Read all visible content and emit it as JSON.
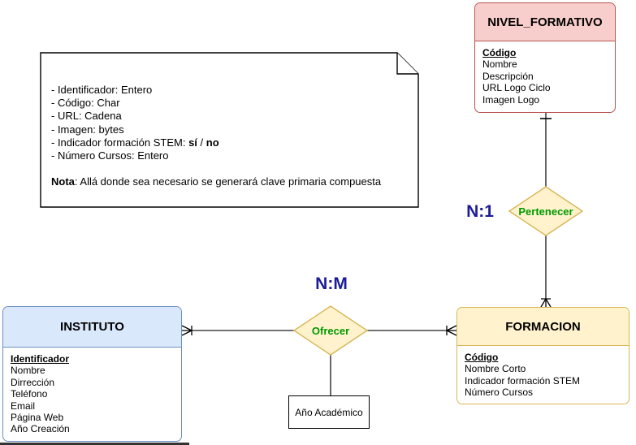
{
  "note": {
    "lines": [
      "- Identificador: Entero",
      "- Código: Char",
      "- URL: Cadena",
      "- Imagen: bytes"
    ],
    "stem_line": {
      "prefix": "- Indicador formación STEM: ",
      "yes": "sí",
      "separator": " / ",
      "no": "no"
    },
    "last_bullet": "- Número Cursos: Entero",
    "nota": {
      "label": "Nota",
      "text": ": Allá donde sea necesario se generará clave primaria compuesta"
    }
  },
  "entities": {
    "nivel_formativo": {
      "title": "NIVEL_FORMATIVO",
      "pk": "Código",
      "attributes": [
        "Nombre",
        "Descripción",
        "URL Logo Ciclo",
        "Imagen Logo"
      ]
    },
    "instituto": {
      "title": "INSTITUTO",
      "pk": "Identificador",
      "attributes": [
        "Nombre",
        "Dirrección",
        "Teléfono",
        "Email",
        "Página Web",
        "Año Creación"
      ]
    },
    "formacion": {
      "title": "FORMACION",
      "pk": "Código",
      "attributes": [
        "Nombre Corto",
        "Indicador formación STEM",
        "Número Cursos"
      ]
    }
  },
  "relationships": {
    "pertenecer": {
      "label": "Pertenecer",
      "cardinality": "N:1"
    },
    "ofrecer": {
      "label": "Ofrecer",
      "cardinality": "N:M"
    }
  },
  "attribute_box": {
    "label": "Año Académico"
  },
  "colors": {
    "entity_red_fill": "#f8cecc",
    "entity_red_border": "#b85450",
    "entity_blue_fill": "#dae8fc",
    "entity_blue_border": "#6c8ebf",
    "entity_yellow_fill": "#fff2cc",
    "entity_yellow_border": "#d6b656",
    "relationship_text": "#009900",
    "cardinality_text": "#1c1c99",
    "edge": "#424242"
  }
}
